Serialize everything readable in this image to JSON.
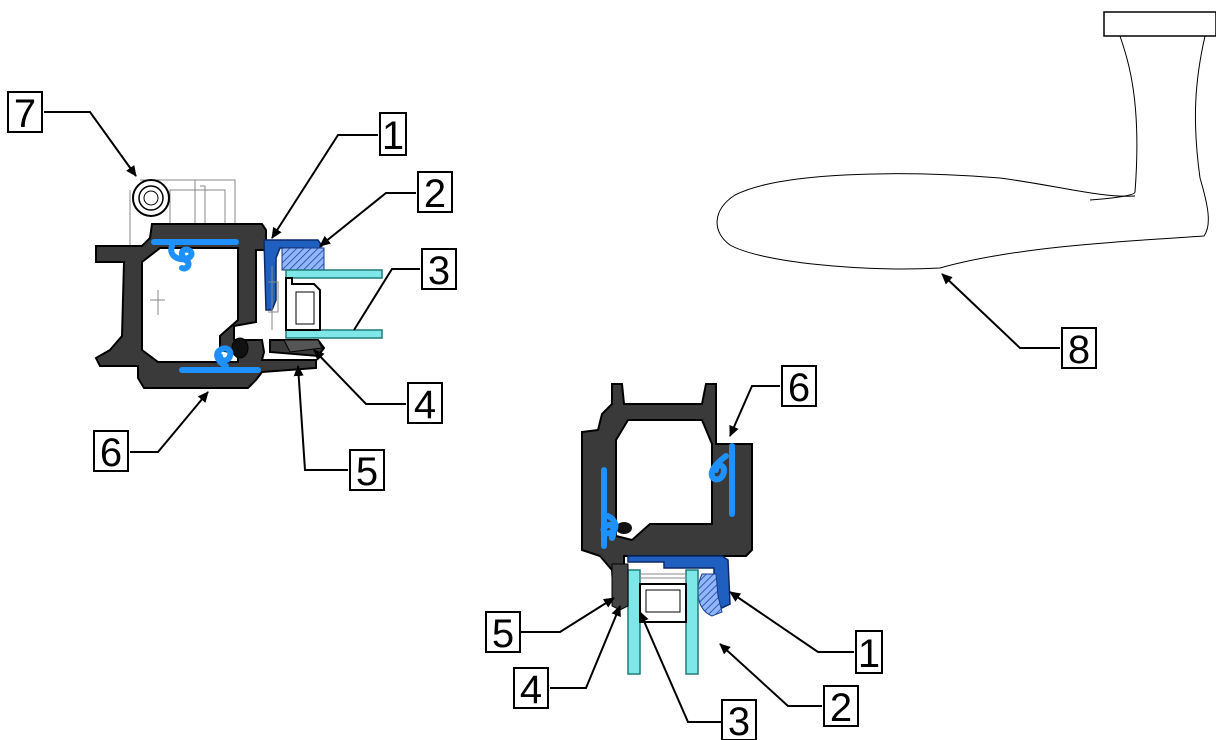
{
  "callouts": {
    "left_section": {
      "seven": "7",
      "one": "1",
      "two": "2",
      "three": "3",
      "four": "4",
      "five": "5",
      "six": "6"
    },
    "bottom_section": {
      "six": "6",
      "five": "5",
      "four": "4",
      "three": "3",
      "one": "1",
      "two": "2"
    },
    "handle": {
      "eight": "8"
    }
  },
  "colors": {
    "frame_profile": "#3a3a3a",
    "seal": "#1e90ff",
    "glazing_bead": "#1f5fc0",
    "glass": "#7ee8e8"
  },
  "parts": [
    "window-handle",
    "left-frame-section",
    "bottom-frame-section"
  ]
}
